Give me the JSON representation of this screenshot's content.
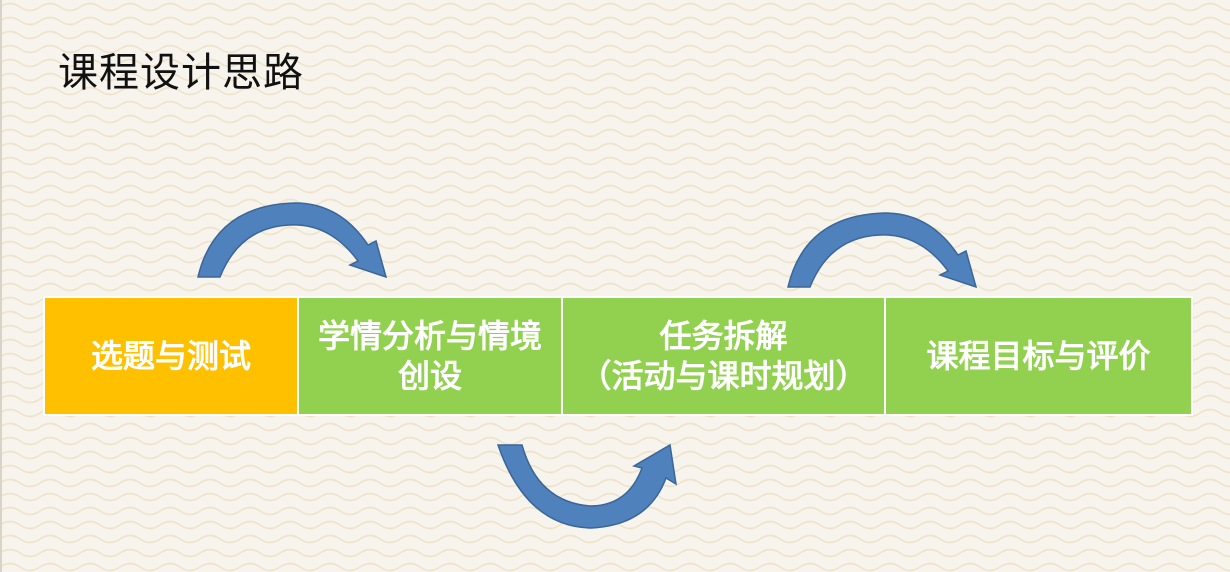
{
  "slide": {
    "title": "课程设计思路",
    "background_color": "#f7f4ee",
    "pattern_color": "#efe3c9"
  },
  "process": {
    "steps": [
      {
        "label": "选题与测试",
        "color": "#ffc000"
      },
      {
        "label": "学情分析与情境创设",
        "color": "#92d050"
      },
      {
        "label": "任务拆解\n（活动与课时规划）",
        "color": "#92d050"
      },
      {
        "label": "课程目标与评价",
        "color": "#92d050"
      }
    ],
    "arrows": [
      {
        "direction": "over",
        "from": 1,
        "to": 2,
        "color": "#4f81bd"
      },
      {
        "direction": "under",
        "from": 2,
        "to": 3,
        "color": "#4f81bd"
      },
      {
        "direction": "over",
        "from": 3,
        "to": 4,
        "color": "#4f81bd"
      }
    ]
  }
}
